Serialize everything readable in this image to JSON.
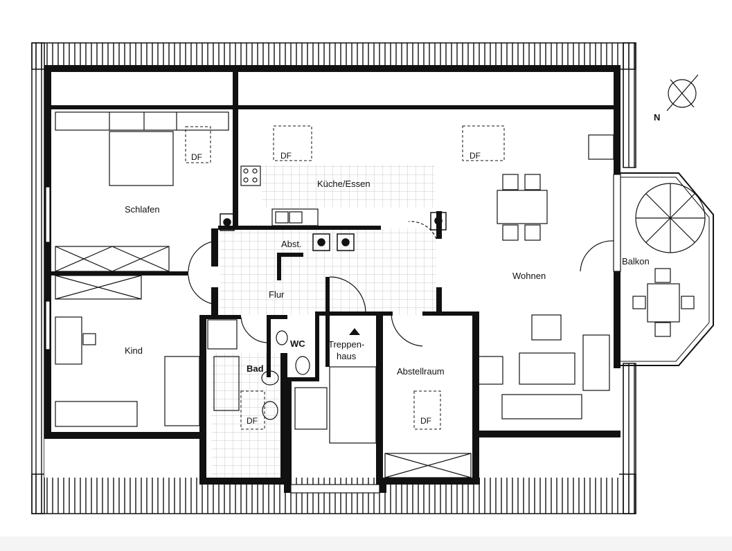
{
  "rooms": {
    "schlafen": "Schlafen",
    "kueche_essen": "Küche/Essen",
    "wohnen": "Wohnen",
    "balkon": "Balkon",
    "flur": "Flur",
    "abst": "Abst.",
    "wc": "WC",
    "kind": "Kind",
    "bad": "Bad",
    "treppenhaus_line1": "Treppen-",
    "treppenhaus_line2": "haus",
    "abstellraum": "Abstellraum"
  },
  "skylight_label": "DF",
  "compass_label": "N",
  "colors": {
    "wall": "#111111",
    "paper": "#ffffff",
    "background": "#f4f4f4",
    "tile": "#cfcfcf"
  }
}
